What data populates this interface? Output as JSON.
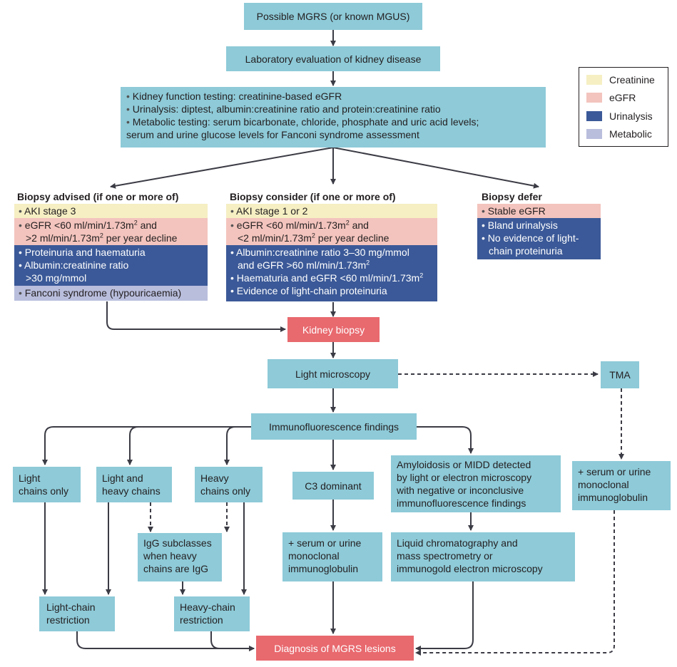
{
  "top": {
    "possible": "Possible MGRS (or known MGUS)",
    "lab_eval": "Laboratory evaluation of kidney disease",
    "tests": [
      "Kidney function testing: creatinine-based eGFR",
      "Urinalysis: diptest, albumin:creatinine ratio and protein:creatinine ratio",
      "Metabolic testing: serum bicarbonate, chloride, phosphate and uric acid levels;",
      "serum and urine glucose levels for Fanconi syndrome assessment"
    ]
  },
  "legend": {
    "items": [
      {
        "label": "Creatinine",
        "color": "#f5efc3"
      },
      {
        "label": "eGFR",
        "color": "#f3c4bd"
      },
      {
        "label": "Urinalysis",
        "color": "#3b5998"
      },
      {
        "label": "Metabolic",
        "color": "#b9bedd"
      }
    ]
  },
  "advised": {
    "heading": "Biopsy advised (if one or more of)",
    "aki": "AKI stage 3",
    "egfr_1a": "eGFR <60 ml/min/1.73m",
    "egfr_1b": " and",
    "egfr_2a": ">2 ml/min/1.73m",
    "egfr_2b": " per year decline",
    "sup": "2",
    "uri_1": "Proteinuria and haematuria",
    "uri_2": "Albumin:creatinine ratio",
    "uri_3": ">30 mg/mmol",
    "met": "Fanconi syndrome (hypouricaemia)"
  },
  "consider": {
    "heading": "Biopsy consider (if one or more of)",
    "aki": "AKI stage 1 or 2",
    "egfr_1a": "eGFR <60 ml/min/1.73m",
    "egfr_1b": " and",
    "egfr_2a": "<2 ml/min/1.73m",
    "egfr_2b": " per year decline",
    "sup": "2",
    "uri_1": "Albumin:creatinine ratio 3–30 mg/mmol",
    "uri_2": "and eGFR >60 ml/min/1.73m",
    "uri_3": "Haematuria and eGFR <60 ml/min/1.73m",
    "uri_4": "Evidence of light-chain proteinuria"
  },
  "defer": {
    "heading": "Biopsy defer",
    "egfr": "Stable eGFR",
    "uri_1": "Bland urinalysis",
    "uri_2": "No evidence of light-",
    "uri_3": "chain proteinuria"
  },
  "flow": {
    "kidney_biopsy": "Kidney biopsy",
    "light_microscopy": "Light microscopy",
    "tma": "TMA",
    "immunofluorescence": "Immunofluorescence findings",
    "light_only": [
      "Light",
      "chains only"
    ],
    "light_heavy": [
      "Light and",
      "heavy chains"
    ],
    "heavy_only": [
      "Heavy",
      "chains only"
    ],
    "c3": "C3 dominant",
    "amyloid": [
      "Amyloidosis or MIDD detected",
      "by light or electron microscopy",
      "with negative or inconclusive",
      "immunofluorescence findings"
    ],
    "tma_mono": [
      "+ serum or urine",
      "monoclonal",
      "immunoglobulin"
    ],
    "igg": [
      "IgG subclasses",
      "when heavy",
      "chains are IgG"
    ],
    "c3_mono": [
      "+ serum or urine",
      "monoclonal",
      "immunoglobulin"
    ],
    "lcms": [
      "Liquid chromatography and",
      "mass spectrometry or",
      "immunogold electron microscopy"
    ],
    "light_restriction": [
      "Light-chain",
      "restriction"
    ],
    "heavy_restriction": [
      "Heavy-chain",
      "restriction"
    ],
    "diagnosis": "Diagnosis of MGRS lesions"
  }
}
